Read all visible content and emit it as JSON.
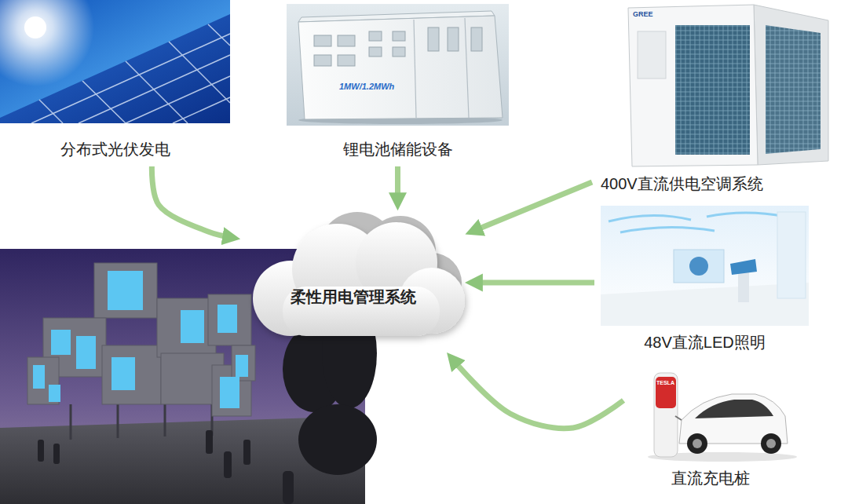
{
  "diagram": {
    "nodes": [
      {
        "text": [
          "分布式光伏发电"
        ]
      },
      {
        "text": [
          "锂电池储能设备"
        ]
      },
      {
        "text": [
          "400V直流供电空调系统"
        ]
      },
      {
        "text": [
          "柔性用电管理系统"
        ]
      },
      {
        "text": [
          "48V直流LED照明"
        ]
      },
      {
        "text": [
          "直流充电桩"
        ]
      }
    ],
    "edges": [
      {
        "from": 0,
        "to": 3,
        "arrow": "to"
      },
      {
        "from": 1,
        "to": 3,
        "arrow": "to"
      },
      {
        "from": 2,
        "to": 3,
        "arrow": "to"
      },
      {
        "from": 4,
        "to": 3,
        "arrow": "to"
      },
      {
        "from": 5,
        "to": 3,
        "arrow": "to"
      }
    ],
    "labels": [
      "1MW/1.2MWh",
      "GREE",
      "TESLA"
    ]
  }
}
